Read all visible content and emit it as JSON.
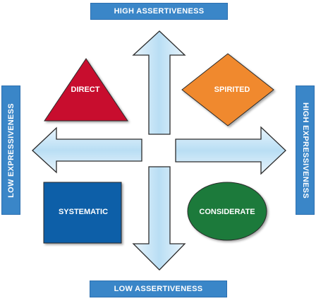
{
  "labels": {
    "top": "HIGH ASSERTIVENESS",
    "bottom": "LOW ASSERTIVENESS",
    "left": "LOW EXPRESSIVENESS",
    "right": "HIGH EXPRESSIVENESS"
  },
  "quadrants": {
    "direct": "DIRECT",
    "spirited": "SPIRITED",
    "systematic": "SYSTEMATIC",
    "considerate": "CONSIDERATE"
  },
  "colors": {
    "label_blue": "#3a86c8",
    "arrow_light": "#e6f3fc",
    "arrow_mid": "#a9d6f2",
    "arrow_outline": "#2b2b2b",
    "direct_red": "#c8102e",
    "spirited_orange": "#f0892e",
    "systematic_blue": "#0f5fa8",
    "considerate_green": "#1b7a3a"
  }
}
